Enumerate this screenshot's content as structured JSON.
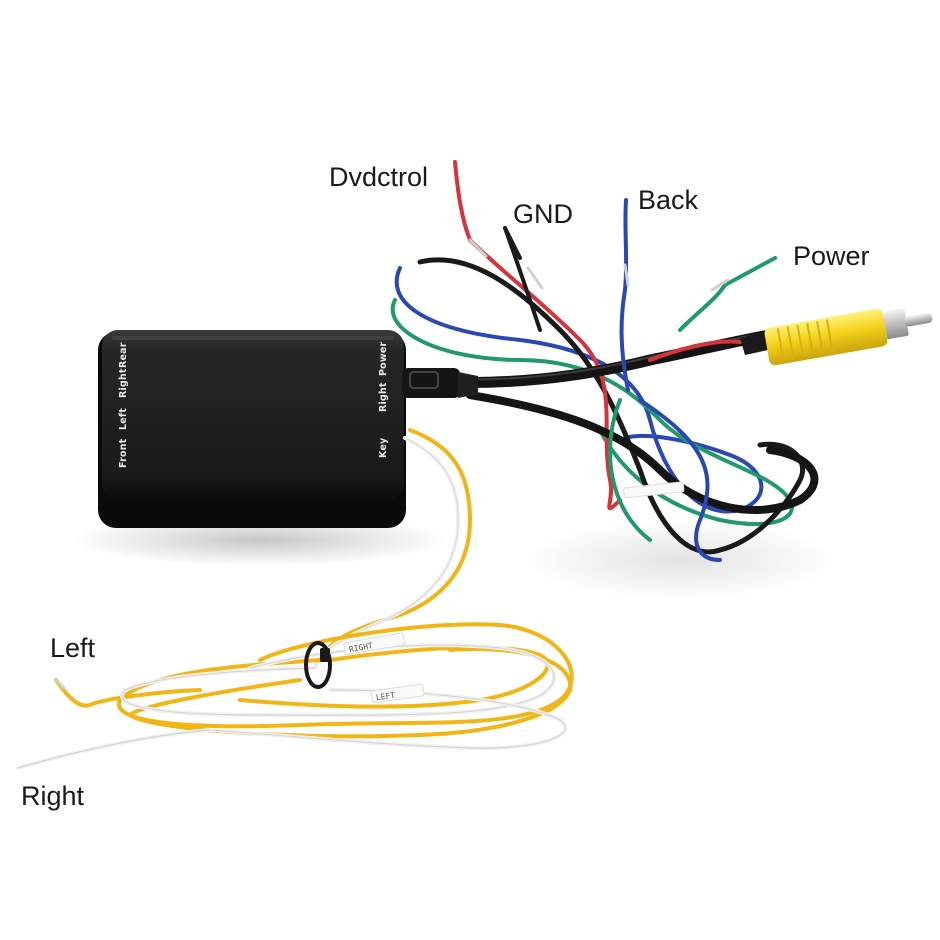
{
  "callouts": {
    "dvdctrol": "Dvdctrol",
    "gnd": "GND",
    "back": "Back",
    "power": "Power",
    "left": "Left",
    "right": "Right"
  },
  "module_print": {
    "front": "Front",
    "left": "Left",
    "right_input": "Right",
    "rear": "Rear",
    "key": "Key",
    "right_output": "Right",
    "power": "Power"
  },
  "wire_tags": {
    "right_tag": "RIGHT",
    "left_tag": "LEFT"
  },
  "colors": {
    "background": "#ffffff",
    "module_body": "#1c1c1c",
    "red_wire": "#d8333b",
    "black_wire": "#1a1a1a",
    "blue_wire": "#2a47b6",
    "green_wire": "#1f9a6b",
    "yellow_wire": "#f2b516",
    "white_wire": "#f4f4f4",
    "rca_yellow": "#f5d21c",
    "rca_metal": "#d8d8d8"
  }
}
